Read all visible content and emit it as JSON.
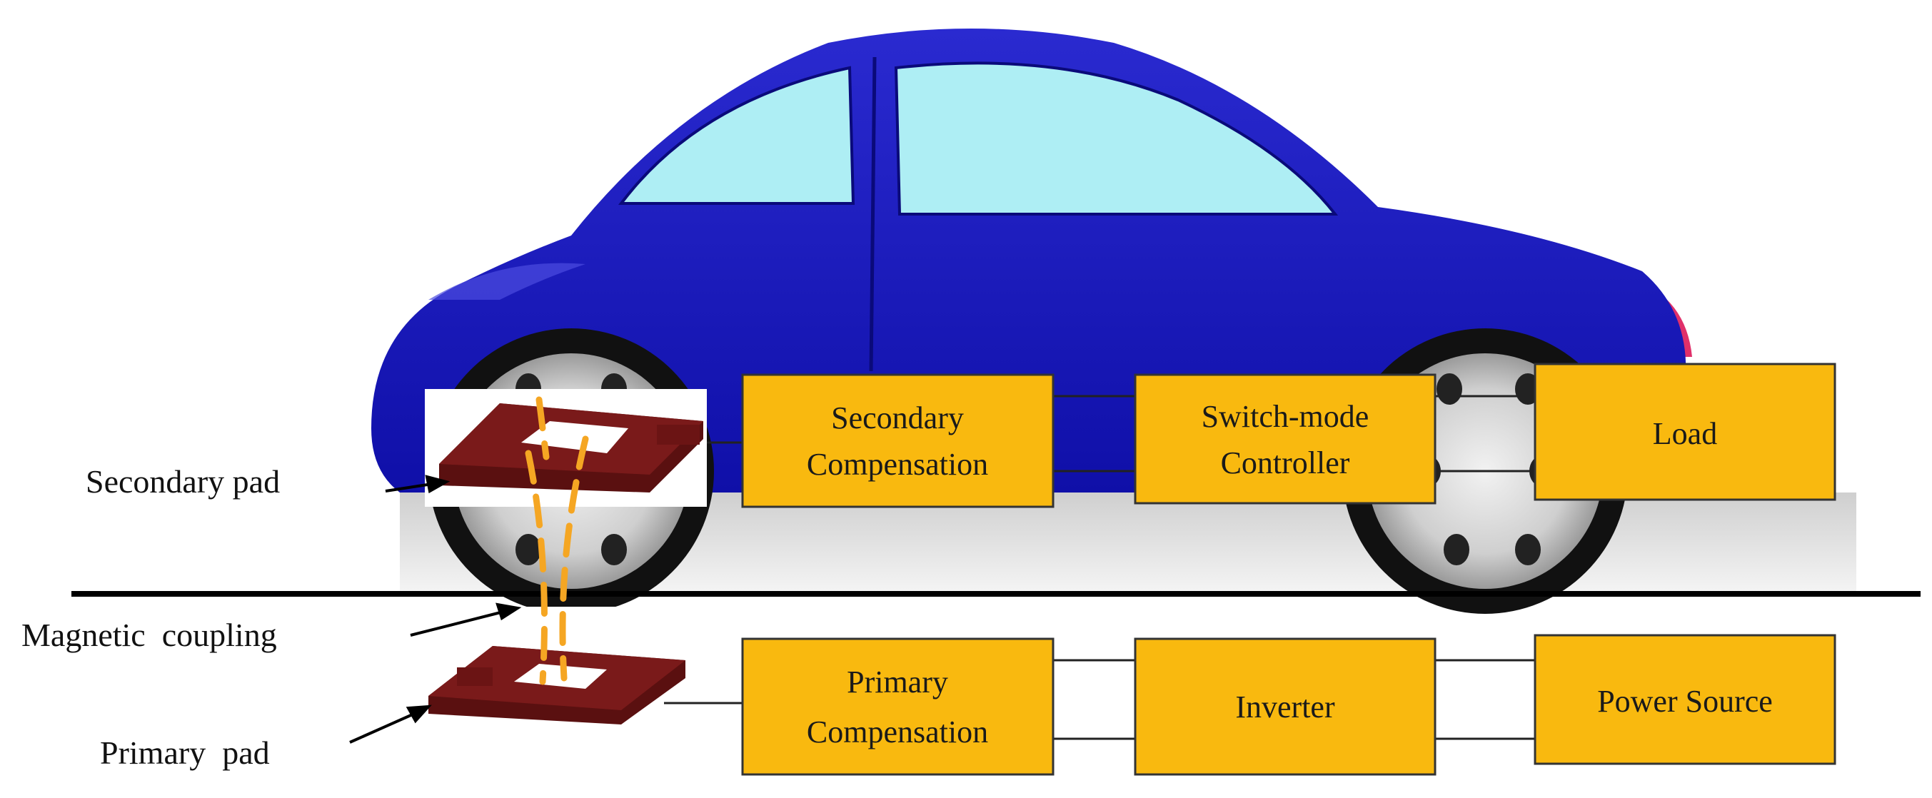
{
  "diagram": {
    "side_labels": {
      "secondary_pad": "Secondary pad",
      "magnetic_coupling": "Magnetic  coupling",
      "primary_pad": "Primary  pad"
    },
    "boxes": {
      "secondary_compensation": {
        "line1": "Secondary",
        "line2": "Compensation"
      },
      "switch_mode_controller": {
        "line1": "Switch-mode",
        "line2": "Controller"
      },
      "load": {
        "line1": "Load"
      },
      "primary_compensation": {
        "line1": "Primary",
        "line2": "Compensation"
      },
      "inverter": {
        "line1": "Inverter"
      },
      "power_source": {
        "line1": "Power Source"
      }
    },
    "colors": {
      "car_body": "#1414b4",
      "window": "#aeeef4",
      "box_fill": "#f9b90f",
      "pad": "#6b1414",
      "coupling_dash": "#f5a623",
      "ground_line": "#000000"
    }
  }
}
